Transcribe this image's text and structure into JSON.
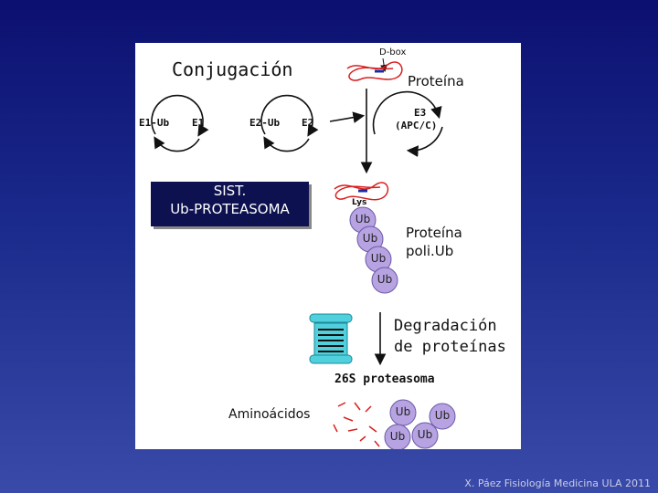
{
  "title": "Conjugación",
  "dbox_label": "D-box",
  "protein_label": "Proteína",
  "e3_label": "E3",
  "apc_label": "(APC/C)",
  "e1ub_label": "E1-Ub",
  "e1_label": "E1",
  "e2ub_label": "E2-Ub",
  "e2_label": "E2",
  "system_box": {
    "line1": "SIST.",
    "line2": "Ub-PROTEASOMA"
  },
  "lys_label": "Lys",
  "ub_label": "Ub",
  "polyub_label": {
    "line1": "Proteína",
    "line2": "poli.Ub"
  },
  "degradation": {
    "line1": "Degradación",
    "line2": "de proteínas"
  },
  "proteasome_label": "26S proteasoma",
  "amino_label": "Aminoácidos",
  "credit": "X. Páez Fisiología Medicina ULA 2011",
  "colors": {
    "ub_fill": "#b7a3e2",
    "protein": "#d82020",
    "proteasome": "#4fd0dc",
    "system_box": "#0d1150"
  }
}
